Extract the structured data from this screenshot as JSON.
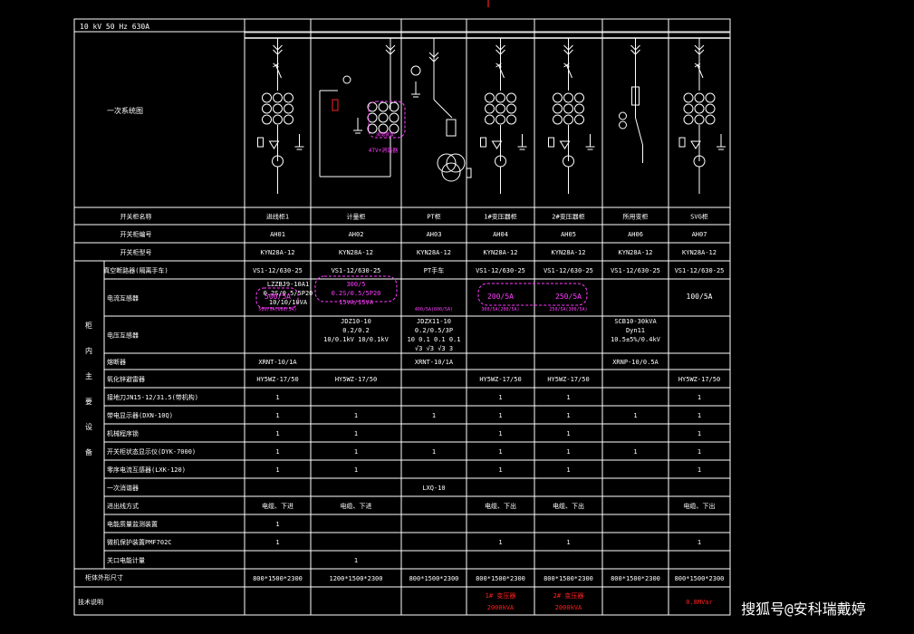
{
  "header": {
    "bus_spec": "10 kV 50 Hz 630A"
  },
  "row_labels": {
    "diagram": "一次系统图",
    "cabinet_name": "开关柜名称",
    "cabinet_no": "开关柜编号",
    "cabinet_model": "开关柜型号",
    "breaker": "真空断路器(隔离手车)",
    "ct": "电流互感器",
    "vt": "电压互感器",
    "fuse": "熔断器",
    "arrester": "氧化锌避雷器",
    "earth_switch": "接地刀JN15-12/31.5(带机构)",
    "live_display": "带电显示器(DXN-10Q)",
    "mech_lock": "机械程序锁",
    "controller": "开关柜状态显示仪(DYK-7000)",
    "zero_ct": "零序电流互感器(LXK-120)",
    "secondary_ct": "一次消谐器",
    "incoming": "进出线方式",
    "metering_panel": "电能质量监测装置",
    "protection": "微机保护装置PMF702C",
    "meter": "关口电能计量",
    "dimensions": "柜体外形尺寸",
    "remarks": "技术说明",
    "main_equipment": "柜内主要设备"
  },
  "columns": [
    {
      "name": "进线柜1",
      "no": "AH01",
      "model": "KYN28A-12",
      "breaker": "VS1-12/630-25",
      "ct_lines": [
        "LZZBJ9-10A1",
        "0.2S/0.5/5P20",
        "10/10/10VA"
      ],
      "ct_ratio": "500/5A",
      "ct_note": "500/5A(600/5A)",
      "vt": [],
      "fuse": "XRNT-10/1A",
      "arrester": "HY5WZ-17/50",
      "earth_switch": "1",
      "live_display": "1",
      "mech_lock": "1",
      "controller": "1",
      "zero_ct": "1",
      "secondary_ct": "",
      "incoming": "电缆、下进",
      "metering_panel": "1",
      "protection": "1",
      "meter": "",
      "dimensions": "800*1500*2300",
      "remarks": []
    },
    {
      "name": "计量柜",
      "no": "AH02",
      "model": "KYN28A-12",
      "breaker": "VS1-12/630-25",
      "ct_lines": [
        "300/5",
        "0.2S/0.5/5P20",
        "15VA/15VA"
      ],
      "ct_ratio": "",
      "ct_note": "",
      "vt": [
        "JDZ10-10",
        "0.2/0.2",
        "10/0.1kV  10/0.1kV"
      ],
      "fuse": "",
      "arrester": "HY5WZ-17/50",
      "earth_switch": "",
      "live_display": "1",
      "mech_lock": "1",
      "controller": "1",
      "zero_ct": "1",
      "secondary_ct": "",
      "incoming": "电缆、下进",
      "metering_panel": "",
      "protection": "",
      "meter": "1",
      "dimensions": "1200*1500*2300",
      "remarks": []
    },
    {
      "name": "PT柜",
      "no": "AH03",
      "model": "KYN28A-12",
      "breaker": "PT手车",
      "ct_lines": [],
      "ct_ratio": "",
      "ct_note": "400/5A(600/5A)",
      "vt": [
        "JDZX11-10",
        "0.2/0.5/3P",
        "10  0.1  0.1  0.1",
        "√3  √3  √3  3"
      ],
      "fuse": "XRNT-10/1A",
      "arrester": "",
      "earth_switch": "",
      "live_display": "1",
      "mech_lock": "",
      "controller": "1",
      "zero_ct": "",
      "secondary_ct": "LXQ-10",
      "incoming": "",
      "metering_panel": "",
      "protection": "",
      "meter": "",
      "dimensions": "800*1500*2300",
      "remarks": []
    },
    {
      "name": "1#变压器柜",
      "no": "AH04",
      "model": "KYN28A-12",
      "breaker": "VS1-12/630-25",
      "ct_lines": [],
      "ct_ratio": "200/5A",
      "ct_note": "300/5A(200/5A)",
      "vt": [],
      "fuse": "",
      "arrester": "HY5WZ-17/50",
      "earth_switch": "1",
      "live_display": "1",
      "mech_lock": "1",
      "controller": "1",
      "zero_ct": "1",
      "secondary_ct": "",
      "incoming": "电缆、下出",
      "metering_panel": "",
      "protection": "1",
      "meter": "",
      "dimensions": "800*1500*2300",
      "remarks": [
        "1# 变压器",
        "2000kVA"
      ]
    },
    {
      "name": "2#变压器柜",
      "no": "AH05",
      "model": "KYN28A-12",
      "breaker": "VS1-12/630-25",
      "ct_lines": [],
      "ct_ratio": "250/5A",
      "ct_note": "250/5A(300/5A)",
      "vt": [],
      "fuse": "",
      "arrester": "HY5WZ-17/50",
      "earth_switch": "1",
      "live_display": "1",
      "mech_lock": "1",
      "controller": "1",
      "zero_ct": "1",
      "secondary_ct": "",
      "incoming": "电缆、下出",
      "metering_panel": "",
      "protection": "1",
      "meter": "",
      "dimensions": "800*1500*2300",
      "remarks": [
        "2# 变压器",
        "2000kVA"
      ]
    },
    {
      "name": "所用变柜",
      "no": "AH06",
      "model": "KYN28A-12",
      "breaker": "VS1-12/630-25",
      "ct_lines": [],
      "ct_ratio": "",
      "ct_note": "",
      "vt": [
        "SCB10-30kVA",
        "Dyn11",
        "10.5±5%/0.4kV"
      ],
      "fuse": "XRNP-10/0.5A",
      "arrester": "",
      "earth_switch": "",
      "live_display": "1",
      "mech_lock": "",
      "controller": "1",
      "zero_ct": "",
      "secondary_ct": "",
      "incoming": "",
      "metering_panel": "",
      "protection": "",
      "meter": "",
      "dimensions": "800*1500*2300",
      "remarks": []
    },
    {
      "name": "SVG柜",
      "no": "AH07",
      "model": "KYN28A-12",
      "breaker": "VS1-12/630-25",
      "ct_lines": [],
      "ct_ratio": "100/5A",
      "ct_note": "",
      "vt": [],
      "fuse": "",
      "arrester": "HY5WZ-17/50",
      "earth_switch": "1",
      "live_display": "1",
      "mech_lock": "1",
      "controller": "1",
      "zero_ct": "1",
      "secondary_ct": "",
      "incoming": "电缆、下出",
      "metering_panel": "",
      "protection": "1",
      "meter": "",
      "dimensions": "800*1500*2300",
      "remarks": [
        "0.8MVar"
      ]
    }
  ],
  "annotations": {
    "pt_note": "消谐装置",
    "pt_note2": "4TV+消谐器"
  },
  "watermark": "搜狐号@安科瑞戴婷",
  "colors": {
    "line": "#ffffff",
    "highlight": "#ff3cff",
    "remark": "#ff2020",
    "bus": "#ffffff"
  }
}
